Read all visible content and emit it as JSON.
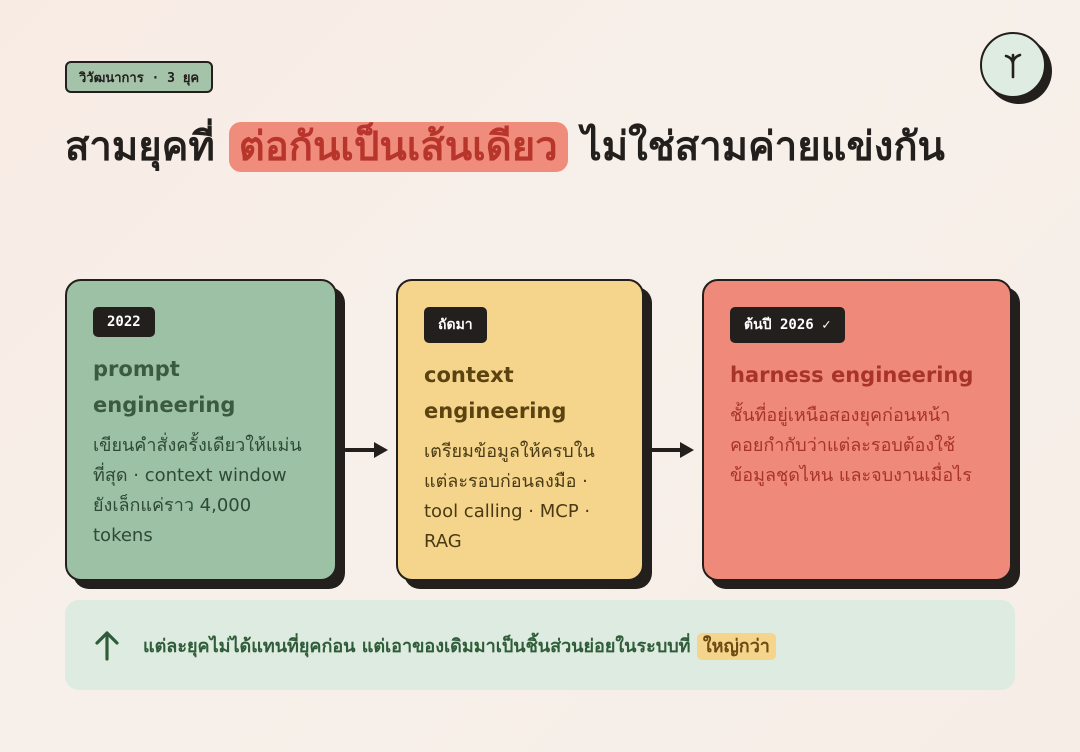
{
  "header": {
    "tag": "วิวัฒนาการ · 3 ยุค",
    "title_before": "สามยุคที่ ",
    "title_highlight": "ต่อกันเป็นเส้นเดียว",
    "title_after": " ไม่ใช่สามค่ายแข่งกัน"
  },
  "logo": {
    "icon": "sprout-icon"
  },
  "cards": [
    {
      "badge": "2022",
      "title": "prompt engineering",
      "body": "เขียนคำสั่งครั้งเดียวให้แม่นที่สุด · context window ยังเล็กแค่ราว 4,000 tokens",
      "color": "#9cc1a4"
    },
    {
      "badge": "ถัดมา",
      "title": "context engineering",
      "body": "เตรียมข้อมูลให้ครบในแต่ละรอบก่อนลงมือ · tool calling · MCP · RAG",
      "color": "#f4d58b"
    },
    {
      "badge": "ต้นปี 2026 ✓",
      "title": "harness engineering",
      "body": "ชั้นที่อยู่เหนือสองยุคก่อนหน้า คอยกำกับว่าแต่ละรอบต้องใช้ข้อมูลชุดไหน และจบงานเมื่อไร",
      "color": "#ef8a7a"
    }
  ],
  "arrows": [
    "arrow-right-icon",
    "arrow-right-icon"
  ],
  "footer": {
    "icon": "arrow-up-icon",
    "text": "แต่ละยุคไม่ได้แทนที่ยุคก่อน แต่เอาของเดิมมาเป็นชิ้นส่วนย่อยในระบบที่ ",
    "highlight": "ใหญ่กว่า"
  },
  "colors": {
    "accent_red": "#ef8c7c",
    "green": "#9cc1a4",
    "yellow": "#f4d58b",
    "ink": "#231f1d"
  }
}
